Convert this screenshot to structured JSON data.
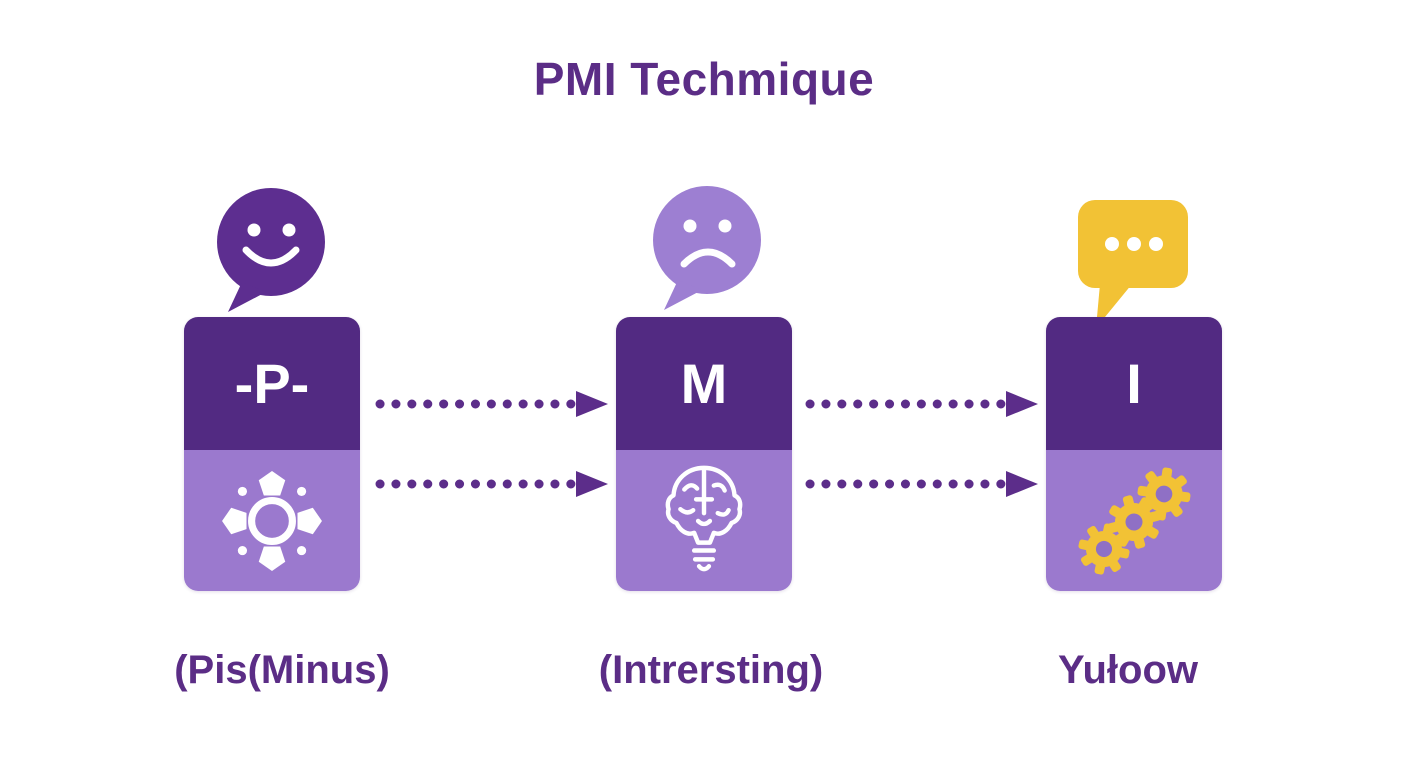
{
  "title": "PMI Techmique",
  "colors": {
    "title": "#5b2d86",
    "dark_purple": "#522a82",
    "light_purple": "#9b79ce",
    "bubble_dark": "#5d2e90",
    "bubble_light": "#9d7fd2",
    "yellow": "#f2c235",
    "gear_hole": "#8f70c5",
    "arrow": "#5c2d8a",
    "icon_white": "#ffffff"
  },
  "columns": [
    {
      "letter": "-P-",
      "label": "(Pis(Minus)",
      "bubble_icon": "smiley-face-speech-bubble",
      "card_icon": "flower-burst"
    },
    {
      "letter": "M",
      "label": "(Intrersting)",
      "bubble_icon": "sad-face-speech-bubble",
      "card_icon": "brain-lightbulb"
    },
    {
      "letter": "I",
      "label": "Yułoow",
      "bubble_icon": "typing-dots-speech-bubble",
      "card_icon": "gears-chain"
    }
  ]
}
